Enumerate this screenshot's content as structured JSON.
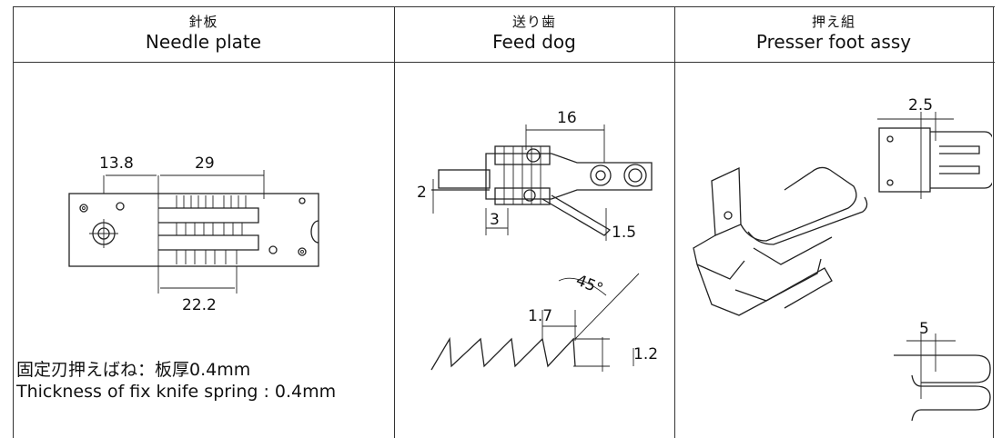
{
  "columns": [
    {
      "jp": "針板",
      "en": "Needle plate"
    },
    {
      "jp": "送り歯",
      "en": "Feed dog"
    },
    {
      "jp": "押え組",
      "en": "Presser foot assy"
    }
  ],
  "needle_plate": {
    "dims": {
      "left_offset": "13.8",
      "slot_length": "29",
      "lower_slot": "22.2"
    },
    "note_jp": "固定刃押えばね：板厚0.4mm",
    "note_en": "Thickness of fix knife spring : 0.4mm"
  },
  "feed_dog": {
    "dims": {
      "length": "16",
      "height": "2",
      "tooth_gap": "3",
      "drop": "1.5",
      "pitch": "1.7",
      "angle": "45°",
      "tooth_height": "1.2"
    }
  },
  "presser_foot": {
    "dims": {
      "top": "2.5",
      "bottom": "5"
    }
  }
}
